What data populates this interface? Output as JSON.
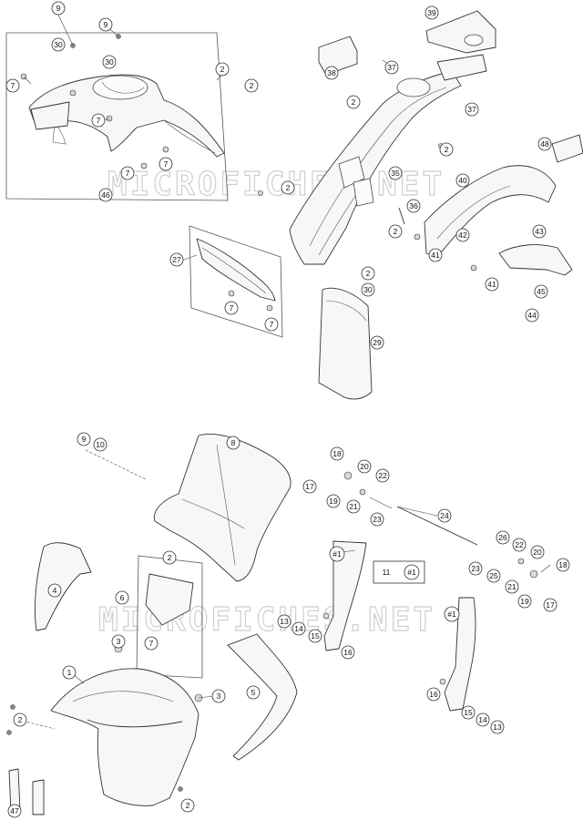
{
  "watermark": "MICROFICHES.NET",
  "callouts": [
    "9",
    "10",
    "30",
    "7",
    "46",
    "2",
    "27",
    "38",
    "39",
    "37",
    "35",
    "36",
    "40",
    "41",
    "42",
    "43",
    "44",
    "45",
    "48",
    "29",
    "8",
    "4",
    "6",
    "1",
    "3",
    "5",
    "47",
    "17",
    "18",
    "19",
    "20",
    "21",
    "22",
    "23",
    "24",
    "25",
    "26",
    "11",
    "#1",
    "13",
    "14",
    "15",
    "16"
  ],
  "ref_box": {
    "part": "11",
    "ref": "#1"
  }
}
